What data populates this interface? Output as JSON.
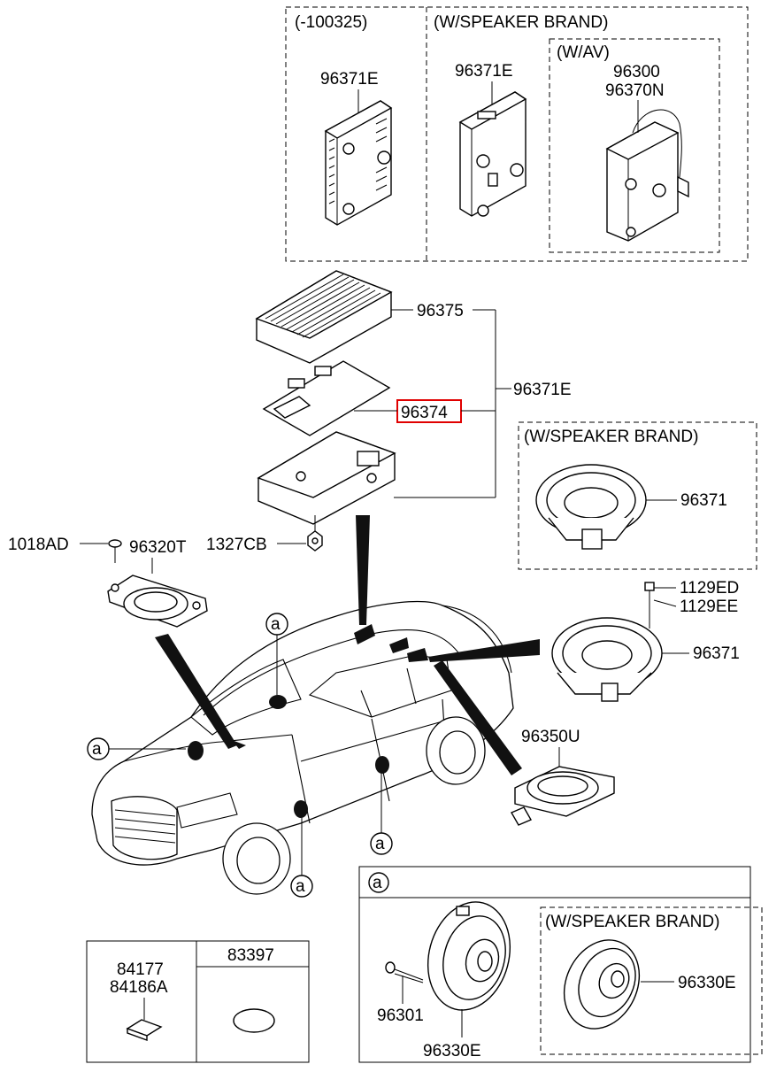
{
  "boxes": {
    "top_left_title": "(-100325)",
    "top_right_title": "(W/SPEAKER BRAND)",
    "av_title": "(W/AV)",
    "speaker_brand_title": "(W/SPEAKER BRAND)",
    "detail_a_title": "a",
    "detail_brand_title": "(W/SPEAKER BRAND)"
  },
  "labels": {
    "amp_old": "96371E",
    "amp_brand": "96371E",
    "av_unit_1": "96300",
    "av_unit_2": "96370N",
    "amp_cover": "96375",
    "amp_assy": "96371E",
    "amp_pcb": "96374",
    "woofer_brand": "96371",
    "screw_left": "1018AD",
    "tweeter": "96320T",
    "nut": "1327CB",
    "bolt_1": "1129ED",
    "bolt_2": "1129EE",
    "woofer": "96371",
    "rear_speaker": "96350U",
    "screw_detail": "96301",
    "door_speaker": "96330E",
    "door_speaker_brand": "96330E",
    "plug_1": "84177",
    "plug_2": "84186A",
    "pad": "83397"
  },
  "callouts": {
    "marker": "a"
  },
  "colors": {
    "highlight": "#e00000",
    "line": "#000000"
  }
}
